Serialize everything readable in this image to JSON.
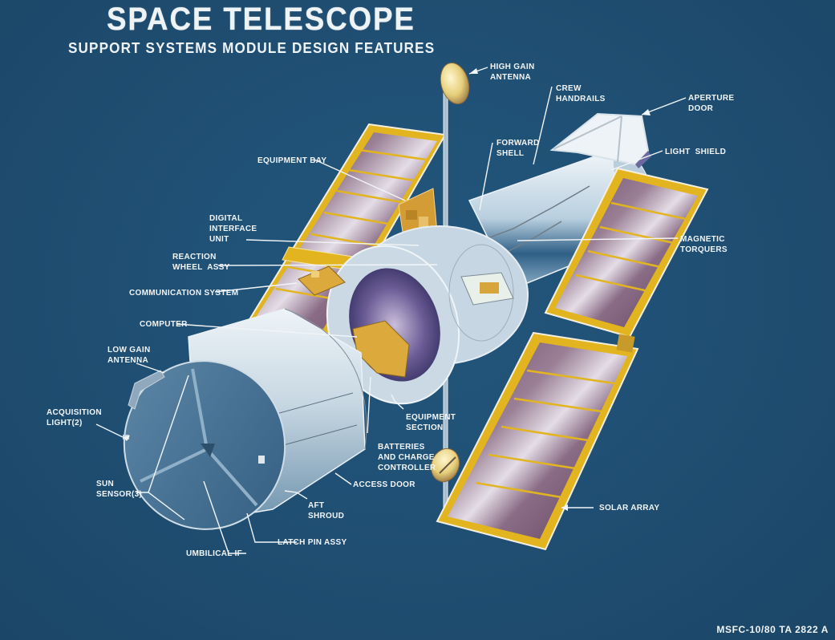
{
  "header": {
    "title": "SPACE TELESCOPE",
    "subtitle": "SUPPORT SYSTEMS MODULE DESIGN FEATURES"
  },
  "colors": {
    "background": "#1f4e72",
    "label_text": "#f1f5f7",
    "solar_frame": "#e2b520",
    "solar_cell": "#7c5a78",
    "hull": "#c9d8e2",
    "gold_equipment": "#d8a93a"
  },
  "callouts": [
    {
      "id": "high-gain-antenna",
      "text": "HIGH GAIN\nANTENNA"
    },
    {
      "id": "crew-handrails",
      "text": "CREW\nHANDRAILS"
    },
    {
      "id": "aperture-door",
      "text": "APERTURE\nDOOR"
    },
    {
      "id": "forward-shell",
      "text": "FORWARD\nSHELL"
    },
    {
      "id": "light-shield",
      "text": "LIGHT  SHIELD"
    },
    {
      "id": "equipment-bay",
      "text": "EQUIPMENT BAY"
    },
    {
      "id": "digital-interface-unit",
      "text": "DIGITAL\nINTERFACE\nUNIT"
    },
    {
      "id": "magnetic-torquers",
      "text": "MAGNETIC\nTORQUERS"
    },
    {
      "id": "reaction-wheel-assy",
      "text": "REACTION\nWHEEL  ASSY"
    },
    {
      "id": "communication-system",
      "text": "COMMUNICATION SYSTEM"
    },
    {
      "id": "computer",
      "text": "COMPUTER"
    },
    {
      "id": "low-gain-antenna",
      "text": "LOW GAIN\nANTENNA"
    },
    {
      "id": "acquisition-light",
      "text": "ACQUISITION\nLIGHT(2)"
    },
    {
      "id": "equipment-section",
      "text": "EQUIPMENT\nSECTION"
    },
    {
      "id": "batteries",
      "text": "BATTERIES\nAND CHARGE\nCONTROLLER"
    },
    {
      "id": "access-door",
      "text": "ACCESS DOOR"
    },
    {
      "id": "sun-sensor",
      "text": "SUN\nSENSOR(3)"
    },
    {
      "id": "aft-shroud",
      "text": "AFT\nSHROUD"
    },
    {
      "id": "latch-pin-assy",
      "text": "LATCH PIN ASSY"
    },
    {
      "id": "umbilical-if",
      "text": "UMBILICAL IF"
    },
    {
      "id": "solar-array",
      "text": "SOLAR ARRAY"
    }
  ],
  "footer": {
    "reference": "MSFC-10/80 TA 2822 A"
  }
}
